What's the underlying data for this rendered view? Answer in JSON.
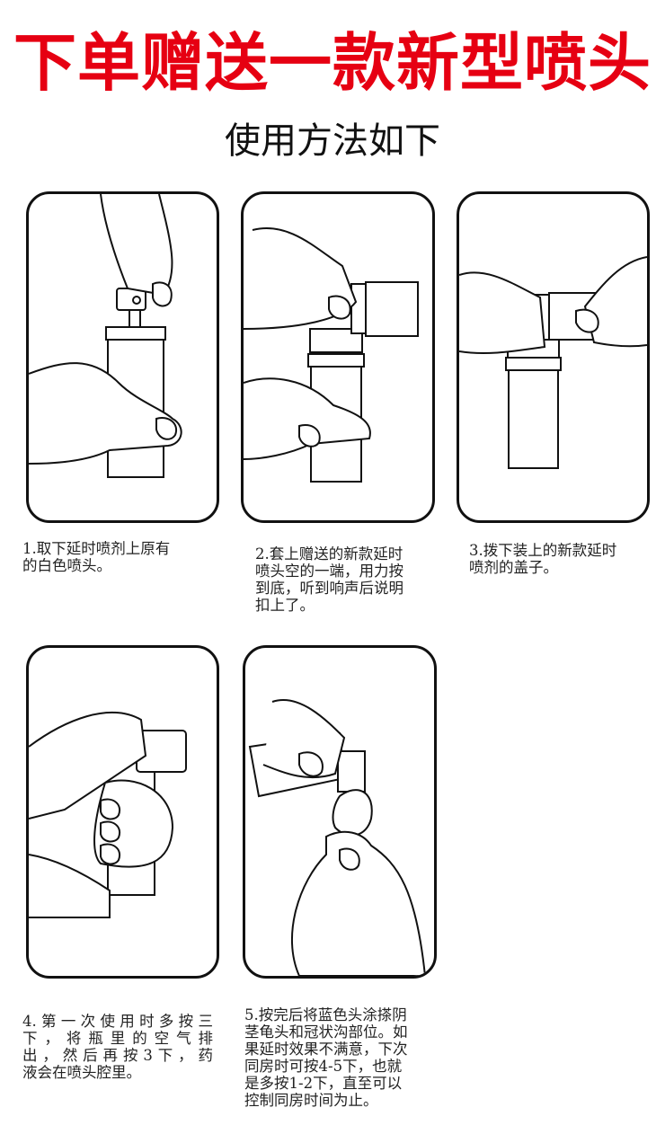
{
  "header": {
    "title": "下单赠送一款新型喷头",
    "subtitle": "使用方法如下"
  },
  "steps": [
    {
      "lines": [
        "1.取下延时喷剂上原有",
        "的白色喷头。"
      ]
    },
    {
      "lines": [
        "2.套上赠送的新款延时",
        "喷头空的一端，用力按",
        "到底，听到响声后说明",
        "扣上了。"
      ]
    },
    {
      "lines": [
        "3.拨下装上的新款延时",
        "喷剂的盖子。"
      ]
    },
    {
      "lines": [
        "4.第一次使用时多按三",
        "下，将瓶里的空气排",
        "出，然后再按3下，药",
        "液会在喷头腔里。"
      ]
    },
    {
      "lines": [
        "5.按完后将蓝色头涂搽阴",
        "茎龟头和冠状沟部位。如",
        "果延时效果不满意，下次",
        "同房时可按4-5下，也就",
        "是多按1-2下，直至可以",
        "控制同房时间为止。"
      ]
    }
  ],
  "colors": {
    "title": "#e60012",
    "line": "#111111"
  }
}
